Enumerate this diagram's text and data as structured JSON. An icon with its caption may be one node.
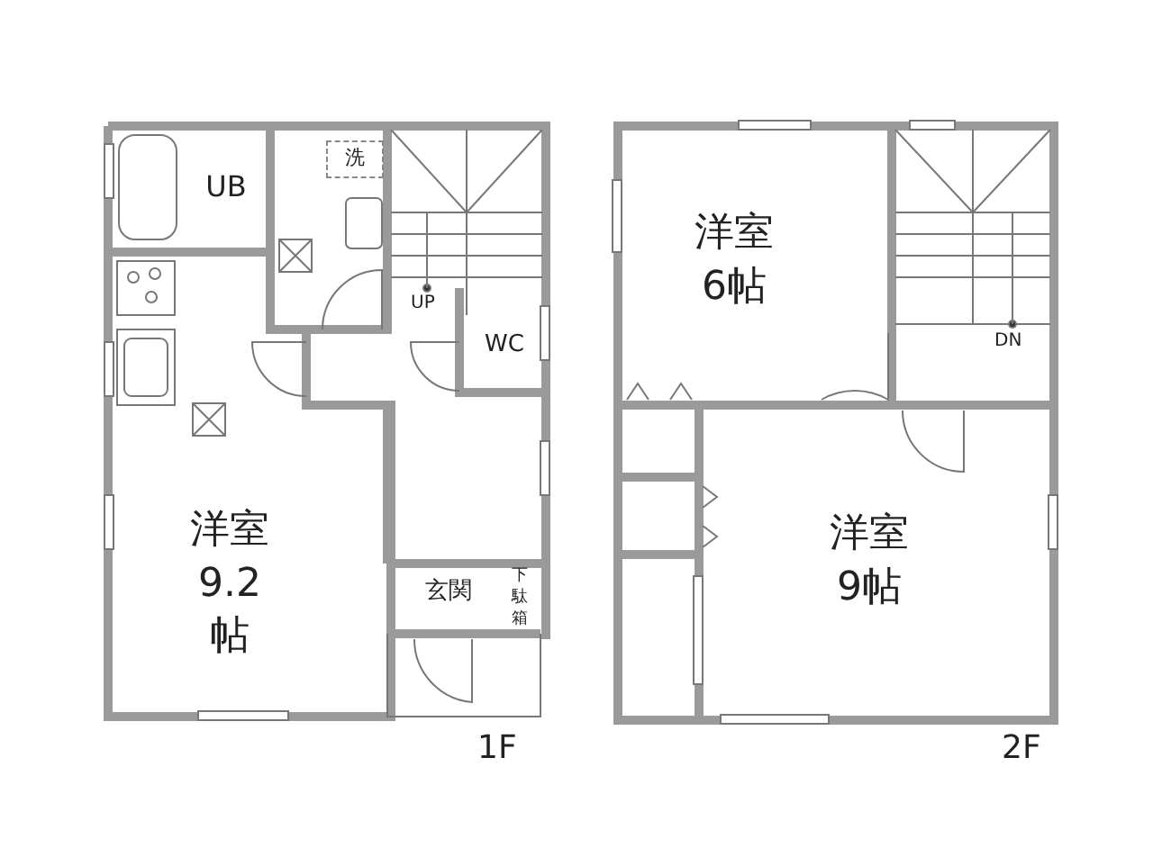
{
  "diagram": {
    "nodes": [
      {
        "text": [
          "UB"
        ]
      },
      {
        "text": [
          "洗"
        ]
      },
      {
        "text": [
          "洋室9.2帖"
        ]
      },
      {
        "text": [
          "WC"
        ]
      },
      {
        "text": [
          "玄関"
        ]
      },
      {
        "text": [
          "下駄箱"
        ]
      },
      {
        "text": [
          "洋室6帖"
        ]
      },
      {
        "text": [
          "洋室9帖"
        ]
      }
    ],
    "labels": [
      "UP",
      "DN",
      "1F",
      "2F"
    ]
  }
}
